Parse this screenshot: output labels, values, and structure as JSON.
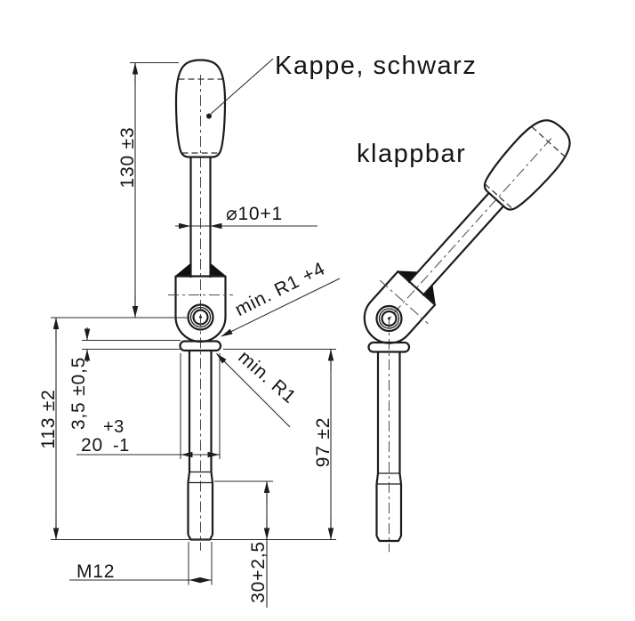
{
  "drawing": {
    "labels": {
      "cap": "Kappe, schwarz",
      "foldable": "klappbar"
    },
    "dimensions": {
      "lever_length": "130 ±3",
      "rod_diameter": "⌀10+1",
      "fillet_head": "min. R1 +4",
      "fillet_collar": "min. R1",
      "total_height": "113 ±2",
      "collar_thickness": "3,5 ±0,5",
      "collar_diameter": "20",
      "collar_diameter_plus": "+3",
      "collar_diameter_minus": "-1",
      "screw_length": "97 ±2",
      "thread": "M12",
      "thread_length": "30+2,5"
    }
  }
}
